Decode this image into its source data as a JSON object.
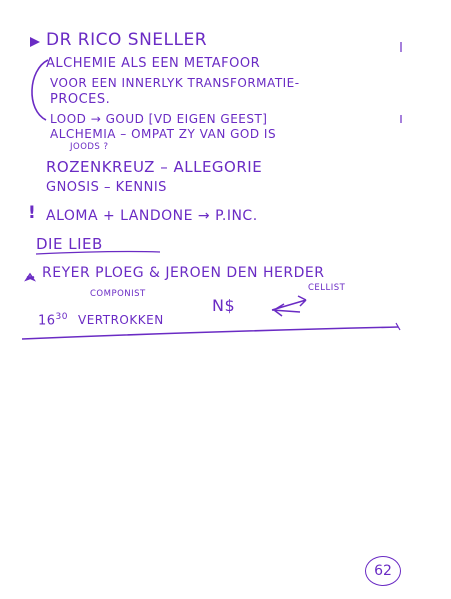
{
  "notes": {
    "heading": "DR RICO SNELLER",
    "line1": "ALCHEMIE ALS EEN METAFOOR",
    "line2": "VOOR EEN INNERLYK TRANSFORMATIE-",
    "line3": "PROCES.",
    "line4": "LOOD → GOUD [VD EIGEN GEEST]",
    "line5": "ALCHEMIA – OMPAT ZY VAN GOD IS",
    "line5_note": "JOODS ?",
    "line6": "ROZENKREUZ – ALLEGORIE",
    "line7": "GNOSIS – KENNIS",
    "line8_mark": "!",
    "line8": "ALOMA + LANDONE → P.INC.",
    "line9": "DIE LIEB",
    "line10": "REYER PLOEG & JEROEN DEN HERDER",
    "line10_note_left": "COMPONIST",
    "line10_note_right": "CELLIST",
    "line11_time": "16",
    "line11_time_sup": "30",
    "line11_rest": "VERTROKKEN",
    "line11_tail": "N$"
  },
  "page_number": "62",
  "colors": {
    "ink": "#6a2bc4",
    "paper": "#ffffff"
  }
}
